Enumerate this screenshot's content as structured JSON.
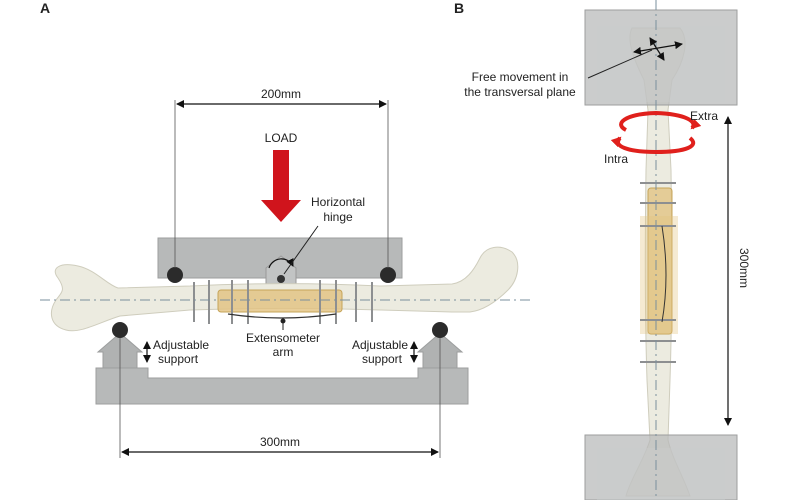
{
  "panels": {
    "a": "A",
    "b": "B"
  },
  "panel_a": {
    "top_dimension": "200mm",
    "load": "LOAD",
    "hinge_line1": "Horizontal",
    "hinge_line2": "hinge",
    "extensometer_line1": "Extensometer",
    "extensometer_line2": "arm",
    "support_left_line1": "Adjustable",
    "support_left_line2": "support",
    "support_right_line1": "Adjustable",
    "support_right_line2": "support",
    "bottom_dimension": "300mm"
  },
  "panel_b": {
    "free_line1": "Free movement in",
    "free_line2": "the transversal plane",
    "extra": "Extra",
    "intra": "Intra",
    "vertical_dimension": "300mm"
  },
  "colors": {
    "load_arrow": "#d0141c",
    "rotation_arrow": "#e0201c",
    "fixture_gray": "#b7b9b9",
    "bone": "#ecebe0",
    "plate": "#e2c27f",
    "support_ball": "#2b2b2b"
  }
}
